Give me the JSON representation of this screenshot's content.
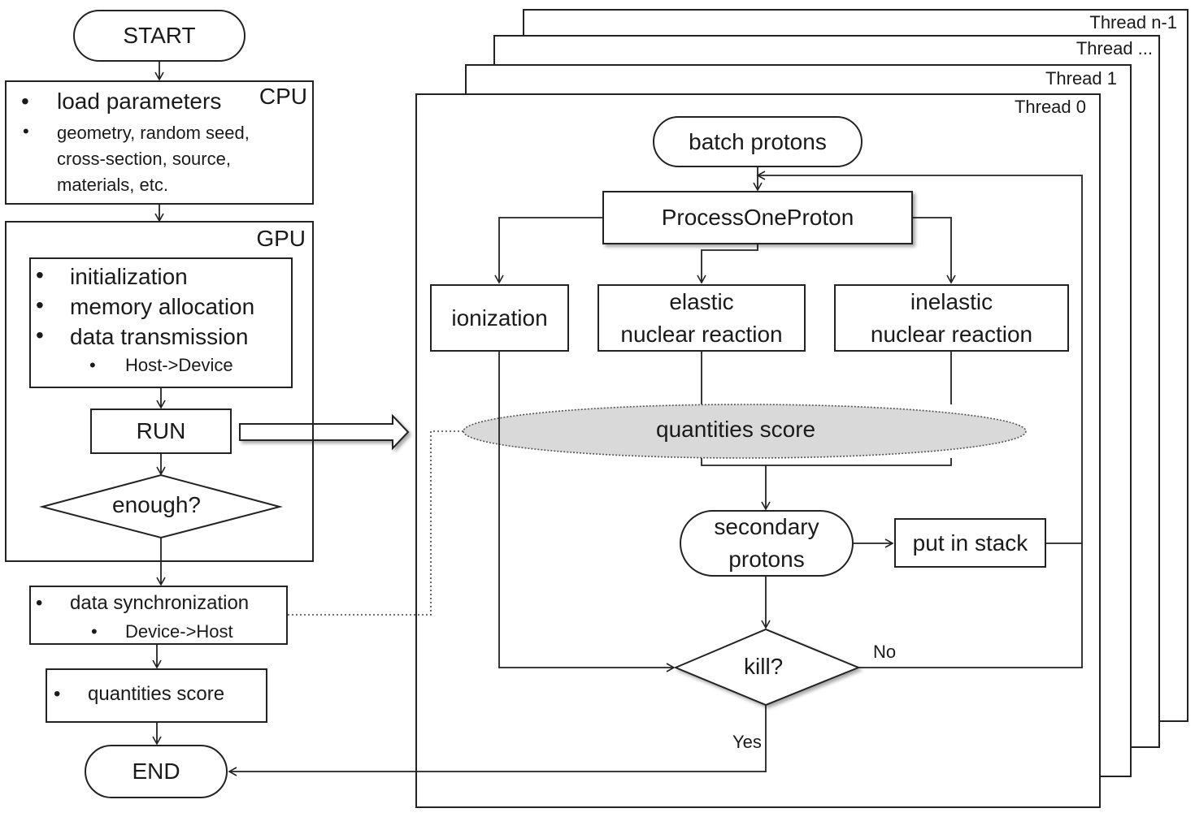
{
  "left": {
    "start": "START",
    "cpu_tag": "CPU",
    "cpu_main": "load parameters",
    "cpu_sub": [
      "geometry, random seed,",
      "cross-section, source,",
      "materials, etc."
    ],
    "gpu_tag": "GPU",
    "gpu_items": [
      "initialization",
      "memory allocation",
      "data transmission"
    ],
    "gpu_sub": "Host->Device",
    "run": "RUN",
    "enough": "enough?",
    "sync_main": "data synchronization",
    "sync_sub": "Device->Host",
    "score": "quantities score",
    "end": "END"
  },
  "threads": {
    "labels": [
      "Thread n-1",
      "Thread ...",
      "Thread 1",
      "Thread 0"
    ],
    "batch": "batch protons",
    "process": "ProcessOneProton",
    "ionization": "ionization",
    "elastic": [
      "elastic",
      "nuclear reaction"
    ],
    "inelastic": [
      "inelastic",
      "nuclear reaction"
    ],
    "score": "quantities score",
    "secondary": [
      "secondary",
      "protons"
    ],
    "stack": "put in stack",
    "kill": "kill?",
    "no": "No",
    "yes": "Yes"
  }
}
